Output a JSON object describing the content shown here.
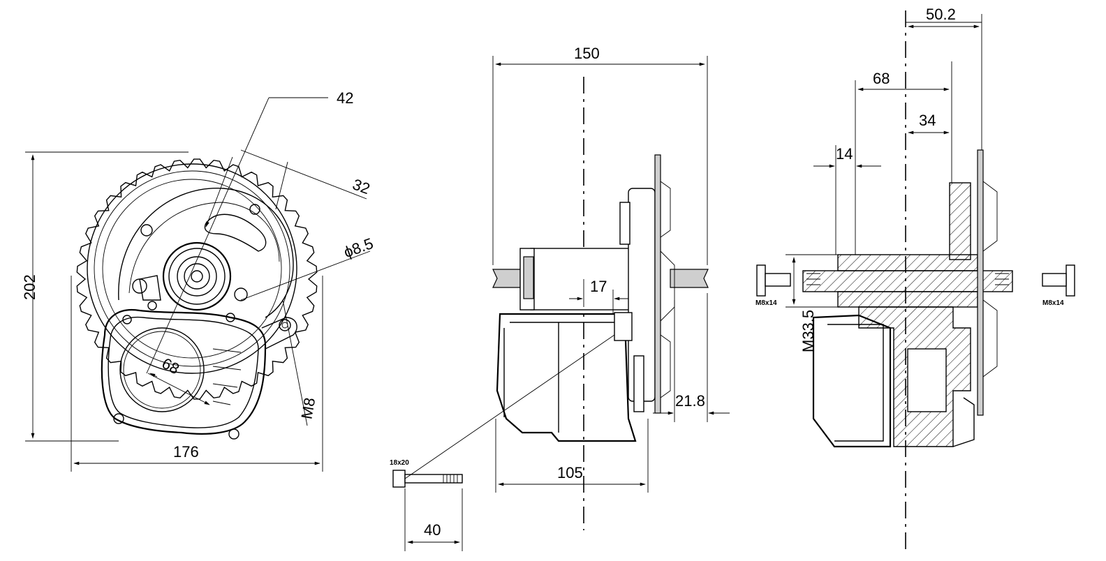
{
  "dimensions": {
    "front": {
      "d42": "42",
      "d32": "32",
      "d8_5": "ϕ8.5",
      "d202": "202",
      "d68": "68",
      "m8": "M8",
      "d176": "176"
    },
    "side": {
      "d150": "150",
      "d17": "17",
      "d21_8": "21.8",
      "d105": "105",
      "d40": "40",
      "bolt": "18x20"
    },
    "section": {
      "d50_2": "50.2",
      "d68": "68",
      "d34": "34",
      "d14": "14",
      "m33_5": "M33.5",
      "bolt_left": "M8x14",
      "bolt_right": "M8x14"
    }
  }
}
